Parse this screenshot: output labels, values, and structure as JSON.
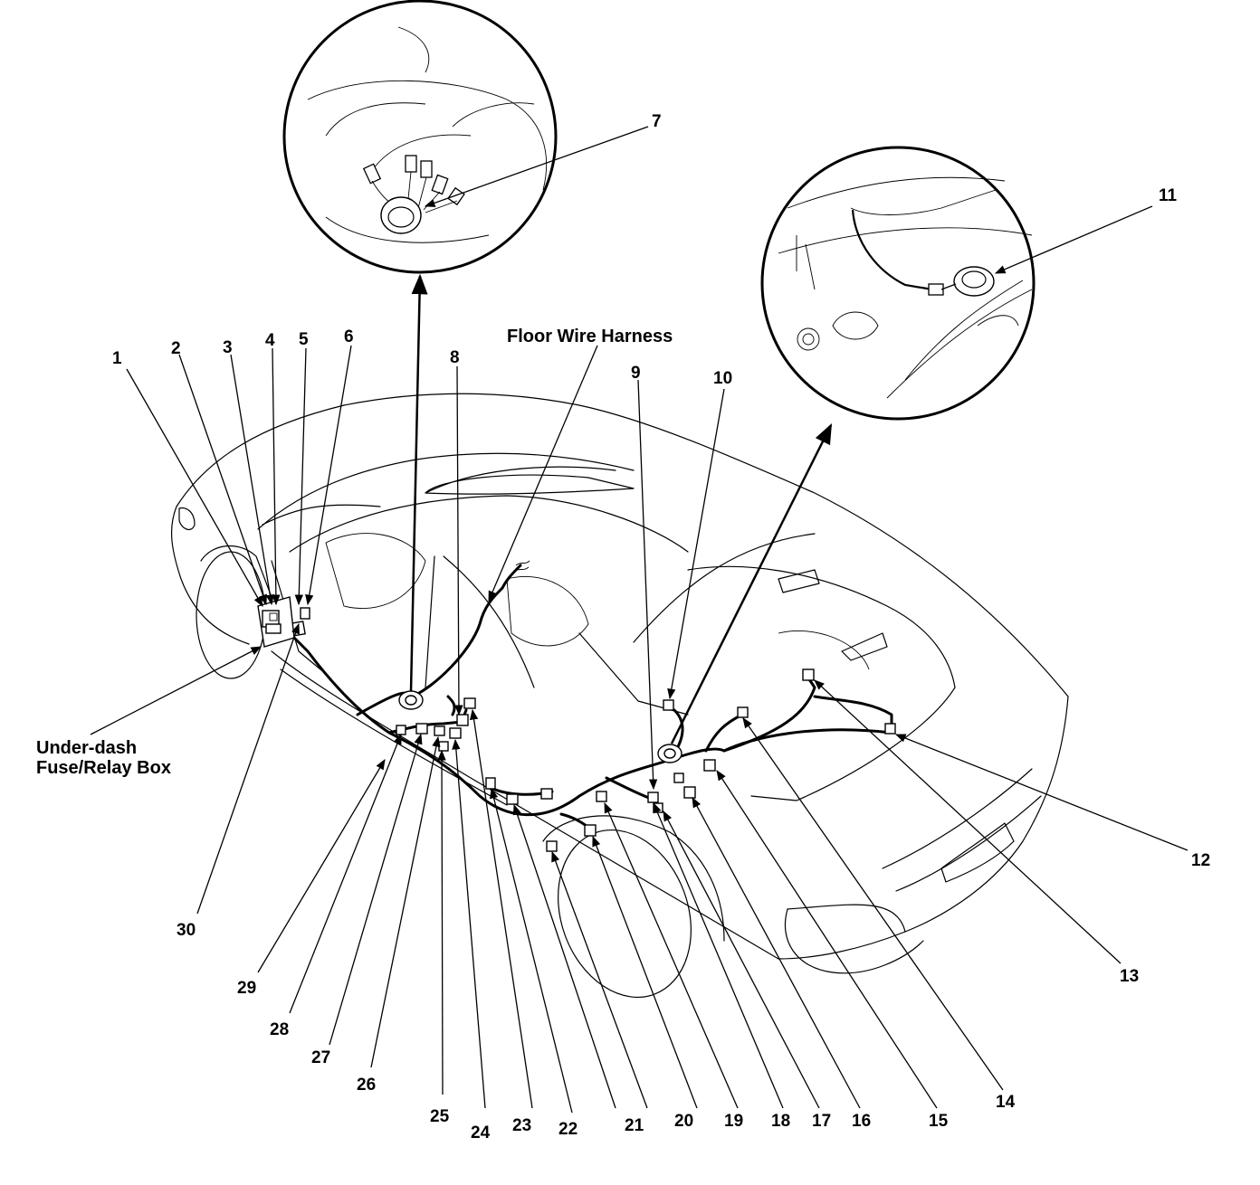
{
  "callouts": [
    "1",
    "2",
    "3",
    "4",
    "5",
    "6",
    "7",
    "8",
    "9",
    "10",
    "11",
    "12",
    "13",
    "14",
    "15",
    "16",
    "17",
    "18",
    "19",
    "20",
    "21",
    "22",
    "23",
    "24",
    "25",
    "26",
    "27",
    "28",
    "29",
    "30"
  ],
  "labels": {
    "floor_harness": "Floor Wire Harness",
    "fuse_box_line1": "Under-dash",
    "fuse_box_line2": "Fuse/Relay Box"
  }
}
